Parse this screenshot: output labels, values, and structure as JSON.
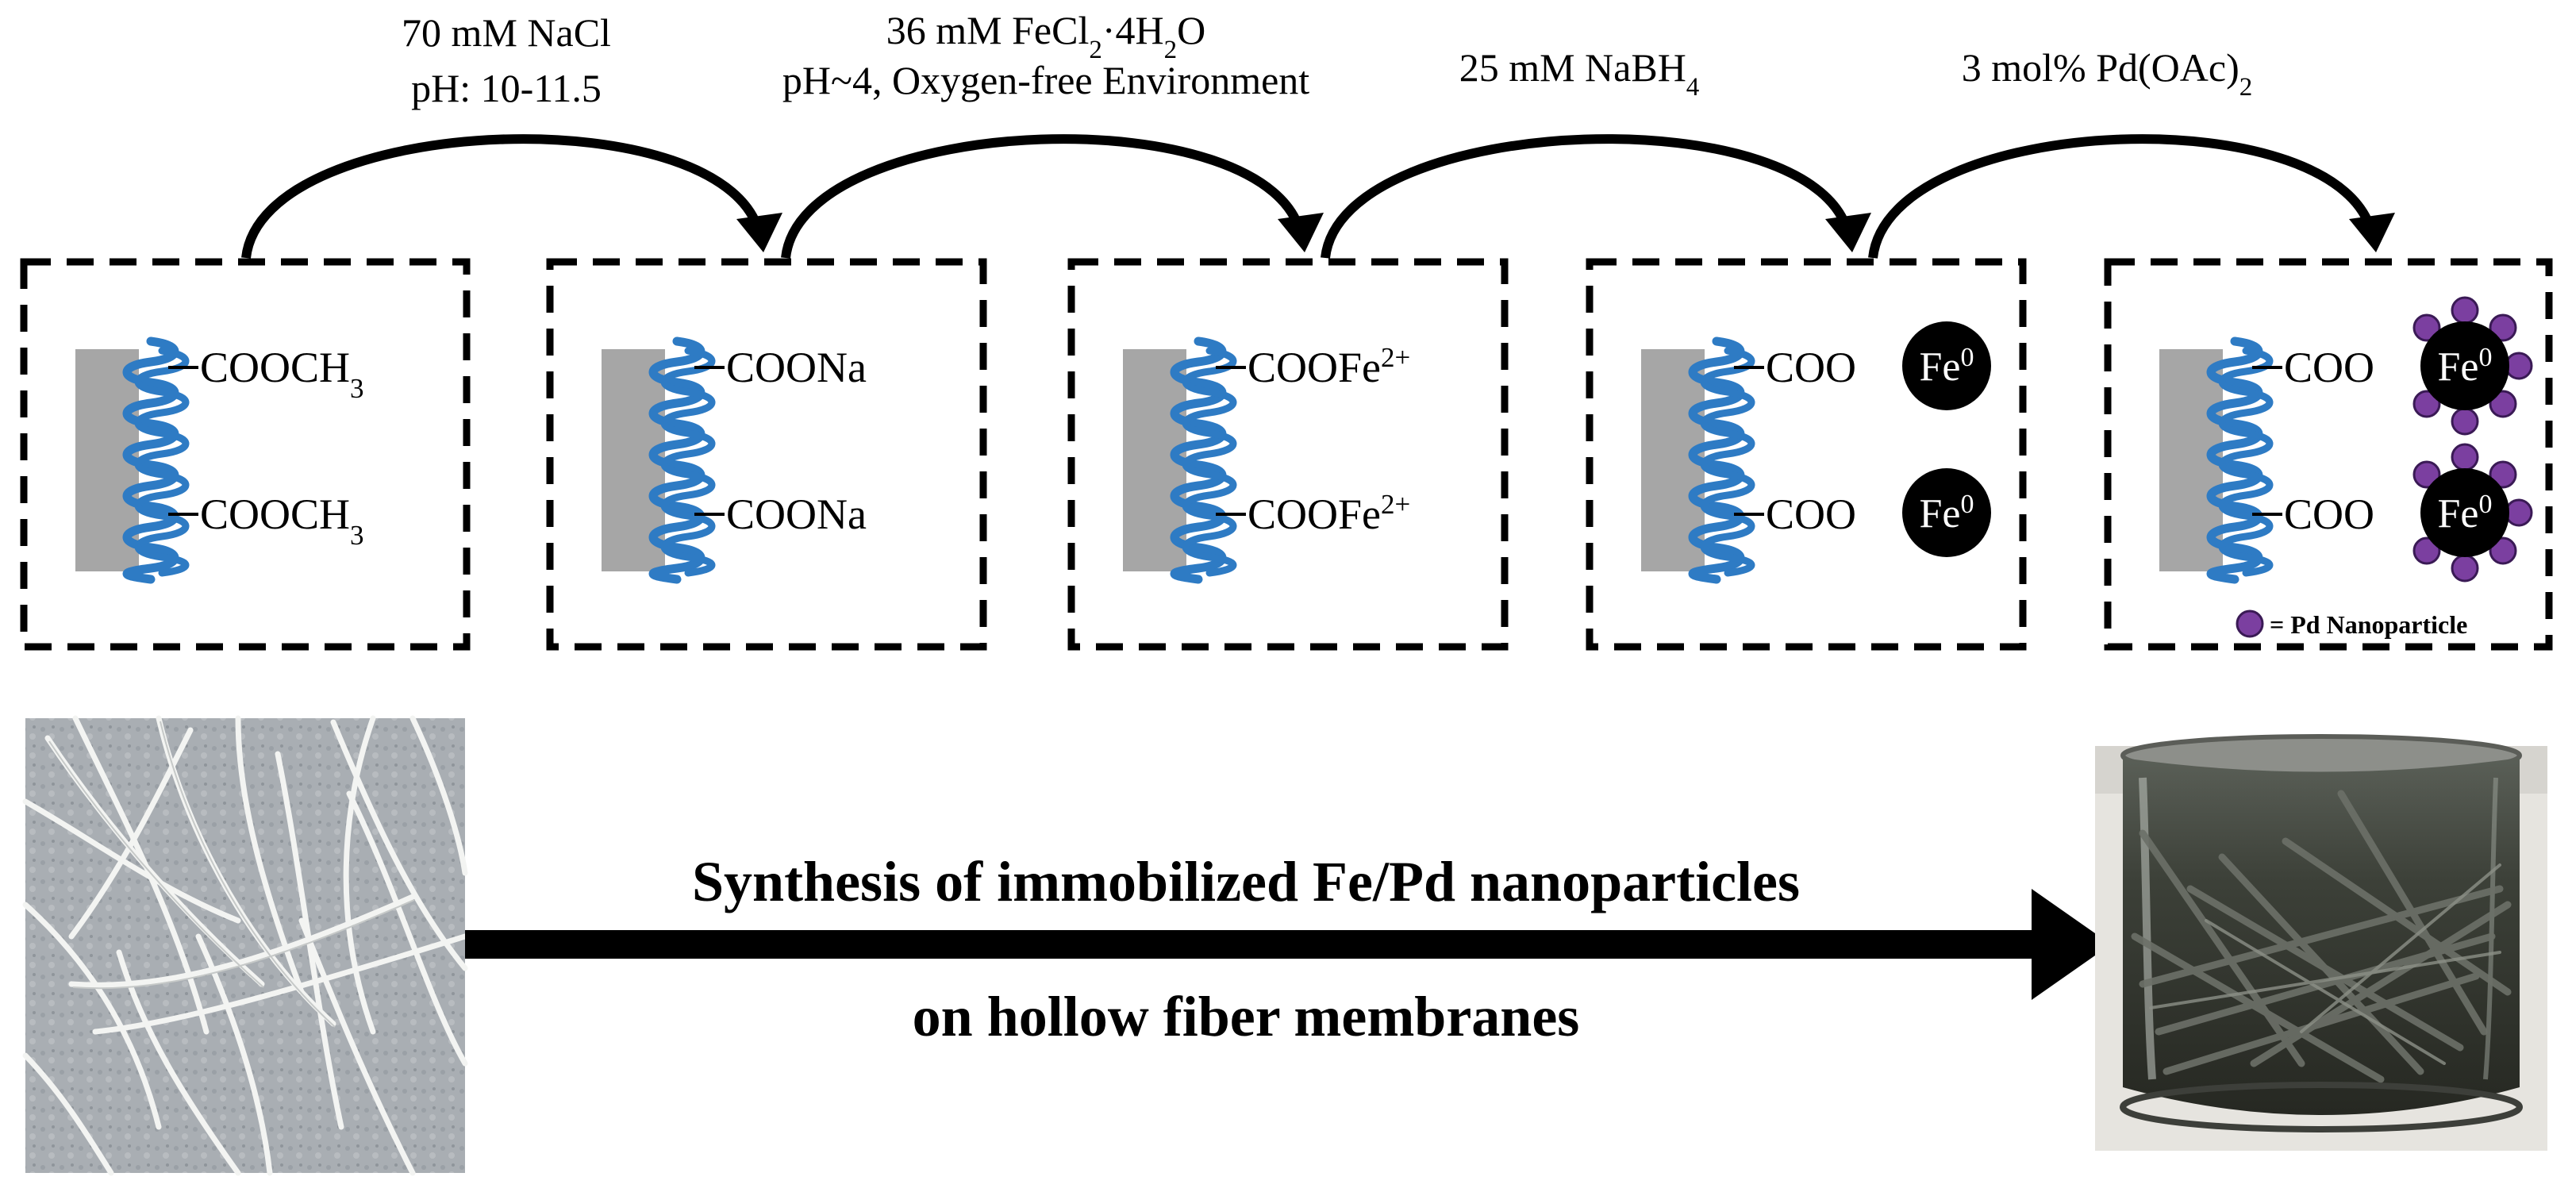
{
  "reagents": [
    {
      "lines": [
        [
          {
            "t": "70 mM NaCl"
          }
        ],
        [
          {
            "t": "pH: 10-11.5"
          }
        ]
      ]
    },
    {
      "lines": [
        [
          {
            "t": "36 mM FeCl"
          },
          {
            "t": "2",
            "sub": true
          },
          {
            "t": "·4H"
          },
          {
            "t": "2",
            "sub": true
          },
          {
            "t": "O"
          }
        ],
        [
          {
            "t": "pH~4, Oxygen-free Environment"
          }
        ]
      ]
    },
    {
      "lines": [
        [
          {
            "t": "25 mM NaBH"
          },
          {
            "t": "4",
            "sub": true
          }
        ]
      ]
    },
    {
      "lines": [
        [
          {
            "t": "3 mol% Pd(OAc)"
          },
          {
            "t": "2",
            "sub": true
          }
        ]
      ]
    }
  ],
  "steps": [
    {
      "groups": [
        [
          {
            "t": "COOCH"
          },
          {
            "t": "3",
            "sub": true
          }
        ],
        [
          {
            "t": "COOCH"
          },
          {
            "t": "3",
            "sub": true
          }
        ]
      ],
      "particle": null,
      "pd": false
    },
    {
      "groups": [
        [
          {
            "t": "COONa"
          }
        ],
        [
          {
            "t": "COONa"
          }
        ]
      ],
      "particle": null,
      "pd": false
    },
    {
      "groups": [
        [
          {
            "t": "COOFe"
          },
          {
            "t": "2+",
            "sup": true
          }
        ],
        [
          {
            "t": "COOFe"
          },
          {
            "t": "2+",
            "sup": true
          }
        ]
      ],
      "particle": null,
      "pd": false
    },
    {
      "groups": [
        [
          {
            "t": "COO"
          }
        ],
        [
          {
            "t": "COO"
          }
        ]
      ],
      "particle": [
        {
          "t": "Fe"
        },
        {
          "t": "0",
          "sup": true
        }
      ],
      "pd": false
    },
    {
      "groups": [
        [
          {
            "t": "COO"
          }
        ],
        [
          {
            "t": "COO"
          }
        ]
      ],
      "particle": [
        {
          "t": "Fe"
        },
        {
          "t": "0",
          "sup": true
        }
      ],
      "pd": true
    }
  ],
  "legend": {
    "label": "= Pd Nanoparticle"
  },
  "caption": {
    "line1": "Synthesis of immobilized Fe/Pd nanoparticles",
    "line2": "on hollow fiber membranes"
  },
  "colors": {
    "polymer": "#2e7bc4",
    "substrate": "#a6a6a6",
    "particle": "#000000",
    "pd": "#7b3fa0"
  }
}
